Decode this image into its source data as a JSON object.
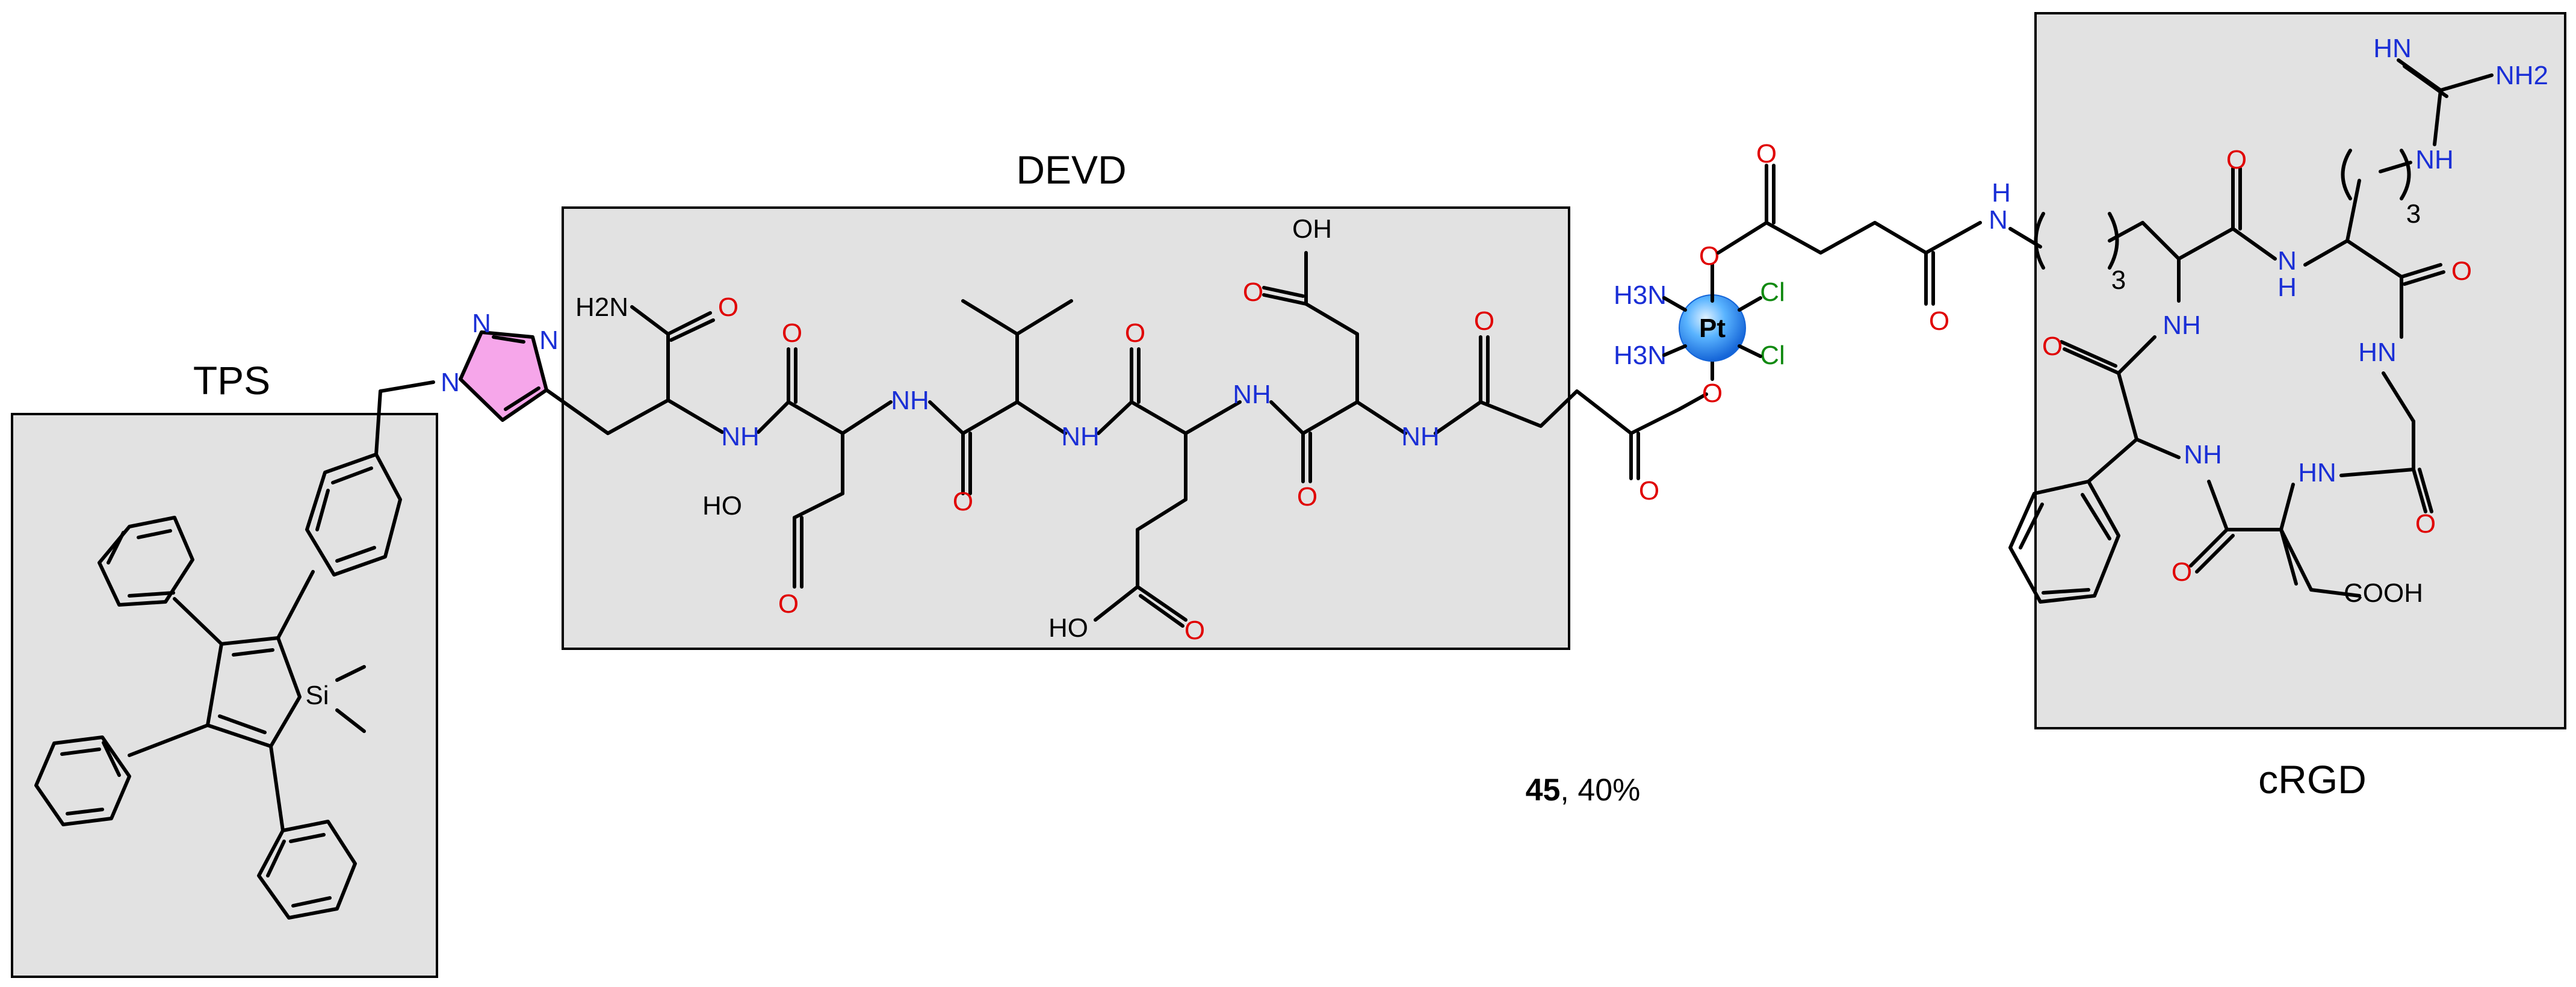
{
  "labels": {
    "tps": "TPS",
    "devd": "DEVD",
    "crgd": "cRGD",
    "compound_number": "45",
    "compound_yield": ", 40%"
  },
  "atoms": {
    "o": "O",
    "n": "N",
    "nh": "NH",
    "hn": "HN",
    "oh": "OH",
    "ho": "HO",
    "h": "H",
    "h2n": "H2N",
    "nh2": "NH2",
    "h3n": "H3N",
    "si": "Si",
    "pt": "Pt",
    "cl": "Cl",
    "cooh": "COOH",
    "subscript_3": "3"
  },
  "colors": {
    "oxygen": "#e00000",
    "nitrogen": "#1a2fd6",
    "chlorine": "#118a11",
    "triazole_fill": "#f6a6ea",
    "platinum_sphere": "#1e90ff",
    "box_fill": "#e2e2e2"
  }
}
